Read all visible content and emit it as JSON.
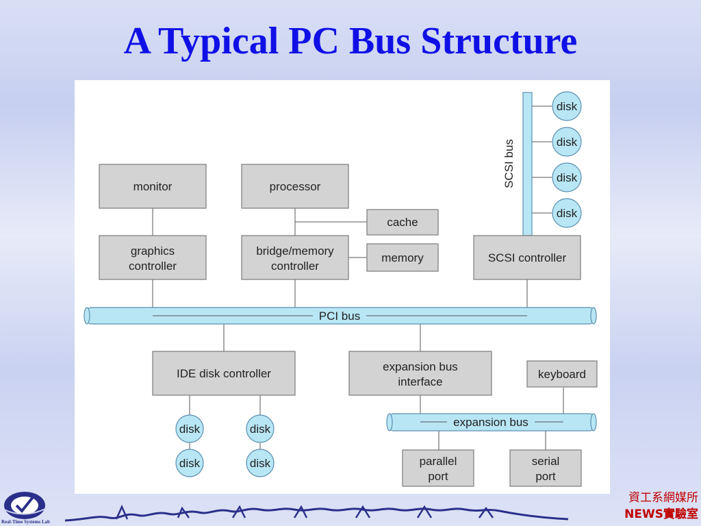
{
  "slide": {
    "title": "A Typical PC Bus Structure"
  },
  "diagram": {
    "boxes": {
      "monitor": "monitor",
      "processor": "processor",
      "cache": "cache",
      "graphics_controller": [
        "graphics",
        "controller"
      ],
      "bridge_memory_controller": [
        "bridge/memory",
        "controller"
      ],
      "memory": "memory",
      "scsi_controller": "SCSI controller",
      "ide_disk_controller": "IDE disk controller",
      "expansion_bus_interface": [
        "expansion bus",
        "interface"
      ],
      "keyboard": "keyboard",
      "parallel_port": [
        "parallel",
        "port"
      ],
      "serial_port": [
        "serial",
        "port"
      ]
    },
    "buses": {
      "pci": "PCI bus",
      "scsi": "SCSI bus",
      "expansion": "expansion bus"
    },
    "disk_label": "disk"
  },
  "footer": {
    "logo_caption": "Real-Time Systems Lab",
    "line1": "資工系網媒所",
    "line2": "NEWS實驗室"
  }
}
